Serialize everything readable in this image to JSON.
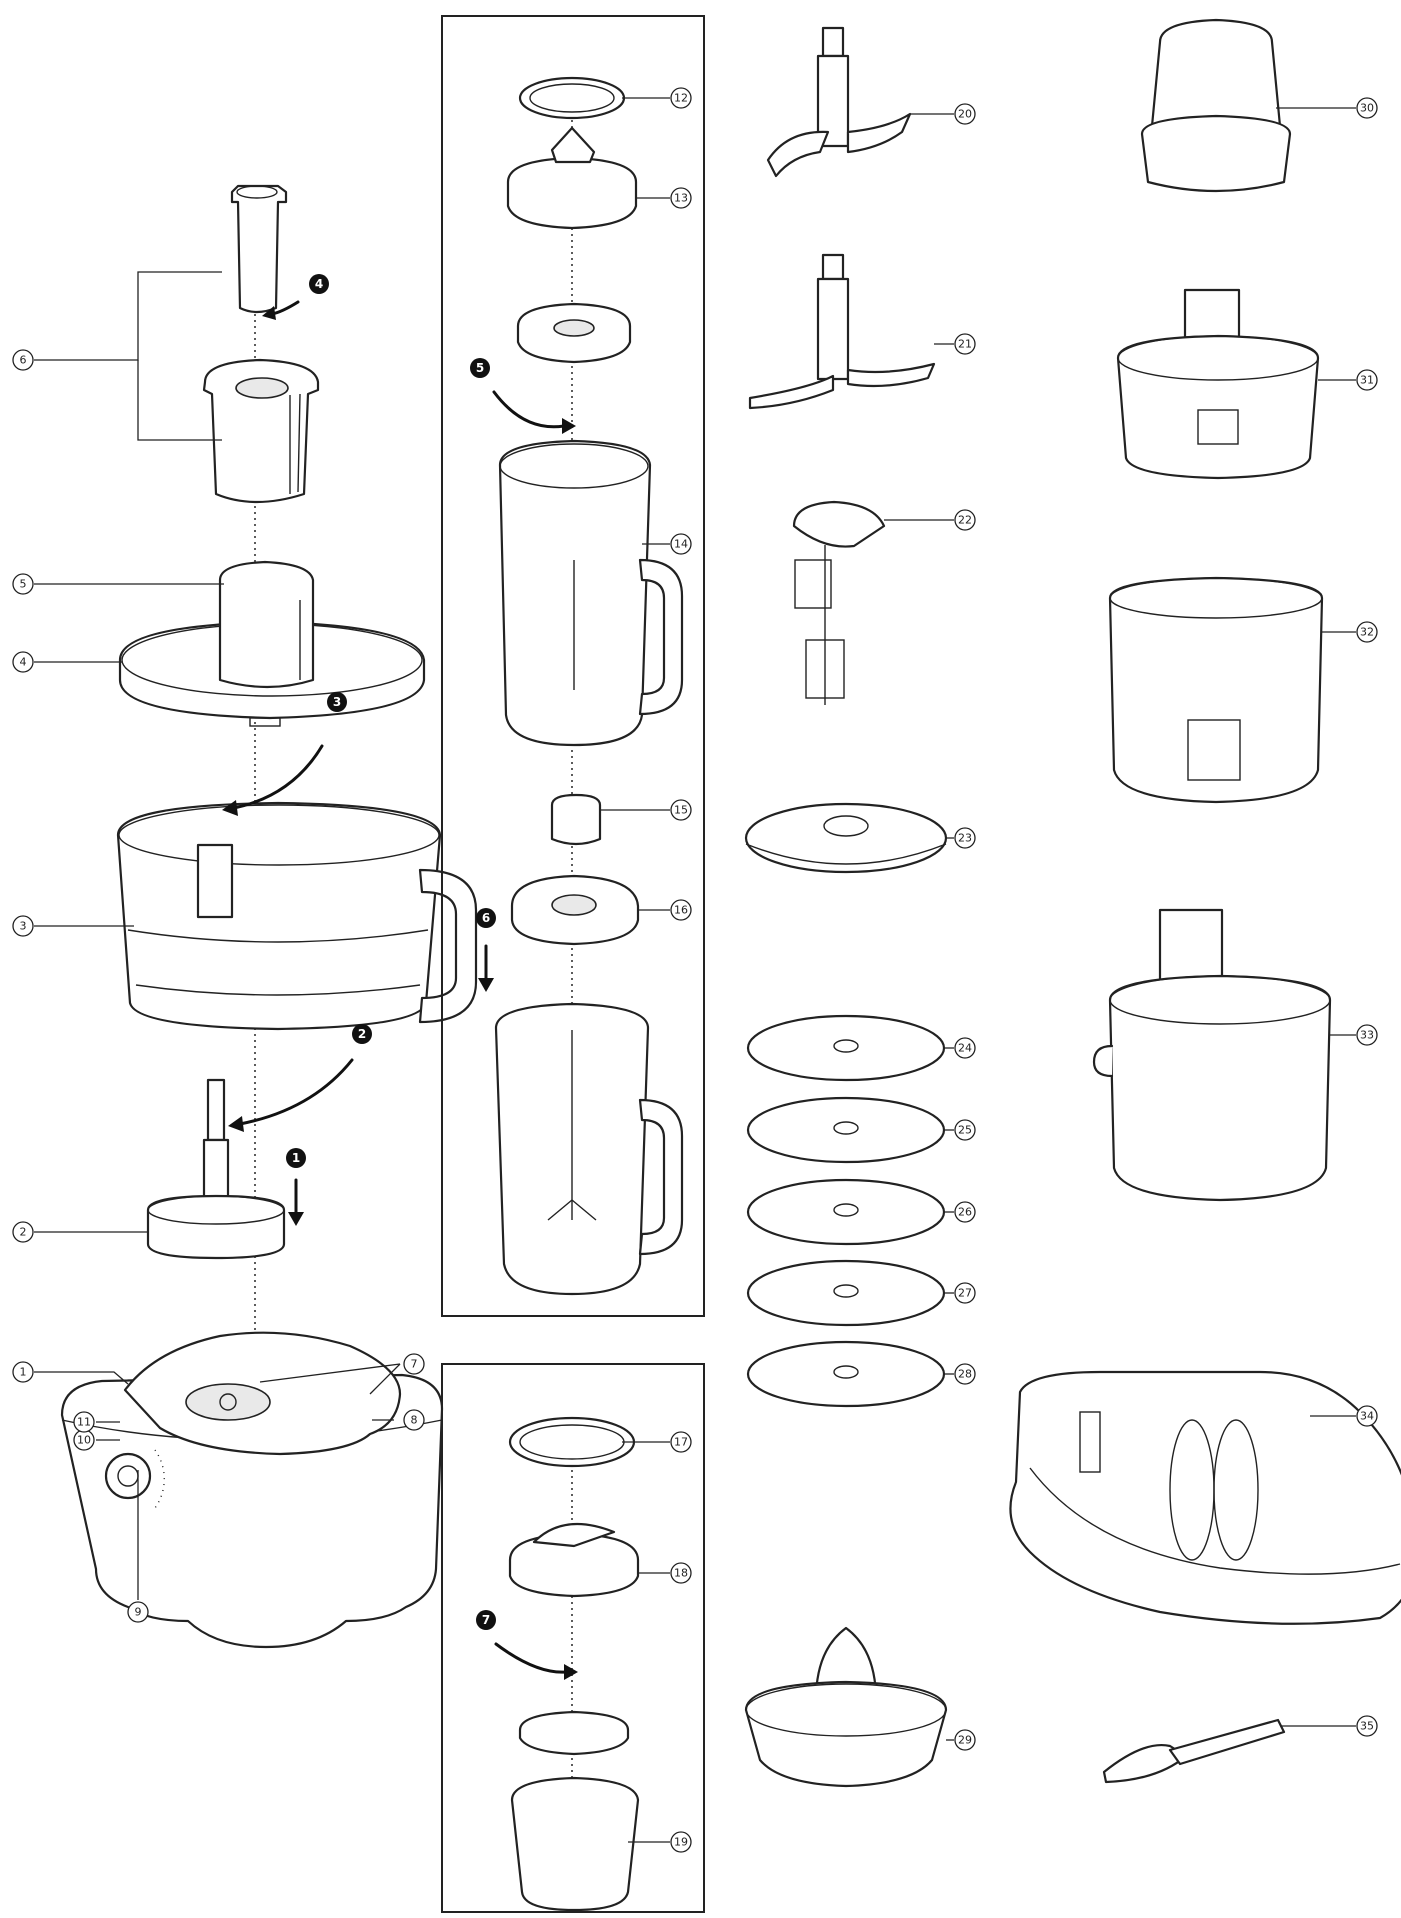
{
  "callouts": [
    {
      "label": "1",
      "key": "base"
    },
    {
      "label": "2",
      "key": "drive-shaft"
    },
    {
      "label": "3",
      "key": "processor-bowl"
    },
    {
      "label": "4",
      "key": "processor-lid"
    },
    {
      "label": "5",
      "key": "feed-tube"
    },
    {
      "label": "6",
      "key": "pushers"
    },
    {
      "label": "7",
      "key": "interlock"
    },
    {
      "label": "8",
      "key": "cord-storage"
    },
    {
      "label": "9",
      "key": "speed-control"
    },
    {
      "label": "10",
      "key": "pulse"
    },
    {
      "label": "11",
      "key": "eject"
    },
    {
      "label": "12",
      "key": "blender-seal"
    },
    {
      "label": "13",
      "key": "blender-blade"
    },
    {
      "label": "14",
      "key": "blender-jug"
    },
    {
      "label": "15",
      "key": "filler-cap"
    },
    {
      "label": "16",
      "key": "blender-lid"
    },
    {
      "label": "17",
      "key": "mill-seal"
    },
    {
      "label": "18",
      "key": "mill-blade"
    },
    {
      "label": "19",
      "key": "mill-jar"
    },
    {
      "label": "20",
      "key": "knife-blade"
    },
    {
      "label": "21",
      "key": "dough-tool"
    },
    {
      "label": "22",
      "key": "whisk"
    },
    {
      "label": "23",
      "key": "emulsifying-disc"
    },
    {
      "label": "24",
      "key": "slicing-disc-thick"
    },
    {
      "label": "25",
      "key": "slicing-disc-thin"
    },
    {
      "label": "26",
      "key": "grating-disc-thick"
    },
    {
      "label": "27",
      "key": "grating-disc-thin"
    },
    {
      "label": "28",
      "key": "grating-disc-fine"
    },
    {
      "label": "29",
      "key": "citrus-juicer"
    },
    {
      "label": "30",
      "key": "mini-chopper"
    },
    {
      "label": "31",
      "key": "mini-bowl"
    },
    {
      "label": "32",
      "key": "bowl-insert"
    },
    {
      "label": "33",
      "key": "dicing-kit"
    },
    {
      "label": "34",
      "key": "storage-box"
    },
    {
      "label": "35",
      "key": "spatula"
    }
  ],
  "steps": [
    "1",
    "2",
    "3",
    "4",
    "5",
    "6",
    "7"
  ]
}
